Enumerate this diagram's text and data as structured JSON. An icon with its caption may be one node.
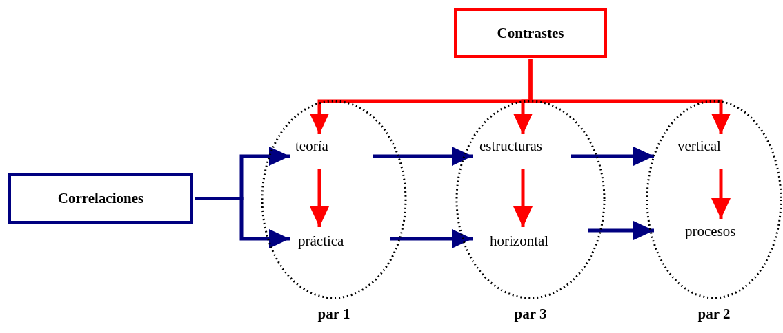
{
  "diagram": {
    "nodes": [
      {
        "text": [
          "Contrastes"
        ]
      },
      {
        "text": [
          "Correlaciones"
        ]
      },
      {
        "text": [
          "par 1"
        ]
      },
      {
        "text": [
          "teoría"
        ],
        "in": 2
      },
      {
        "text": [
          "práctica"
        ],
        "in": 2
      },
      {
        "text": [
          "par 3"
        ]
      },
      {
        "text": [
          "estructuras"
        ],
        "in": 5
      },
      {
        "text": [
          "horizontal"
        ],
        "in": 5
      },
      {
        "text": [
          "par 2"
        ]
      },
      {
        "text": [
          "vertical"
        ],
        "in": 8
      },
      {
        "text": [
          "procesos"
        ],
        "in": 8
      }
    ],
    "edges": [
      {
        "from": 0,
        "to": 3,
        "arrow": "to",
        "color": "#ff0000"
      },
      {
        "from": 0,
        "to": 6,
        "arrow": "to",
        "color": "#ff0000"
      },
      {
        "from": 0,
        "to": 9,
        "arrow": "to",
        "color": "#ff0000"
      },
      {
        "from": 3,
        "to": 4,
        "arrow": "to",
        "color": "#ff0000"
      },
      {
        "from": 6,
        "to": 7,
        "arrow": "to",
        "color": "#ff0000"
      },
      {
        "from": 9,
        "to": 10,
        "arrow": "to",
        "color": "#ff0000"
      },
      {
        "from": 1,
        "to": 3,
        "arrow": "to",
        "color": "#000080"
      },
      {
        "from": 1,
        "to": 4,
        "arrow": "to",
        "color": "#000080"
      },
      {
        "from": 3,
        "to": 6,
        "arrow": "to",
        "color": "#000080"
      },
      {
        "from": 6,
        "to": 9,
        "arrow": "to",
        "color": "#000080"
      },
      {
        "from": 4,
        "to": 7,
        "arrow": "to",
        "color": "#000080"
      },
      {
        "from": 7,
        "to": 10,
        "arrow": "to",
        "color": "#000080"
      }
    ]
  }
}
